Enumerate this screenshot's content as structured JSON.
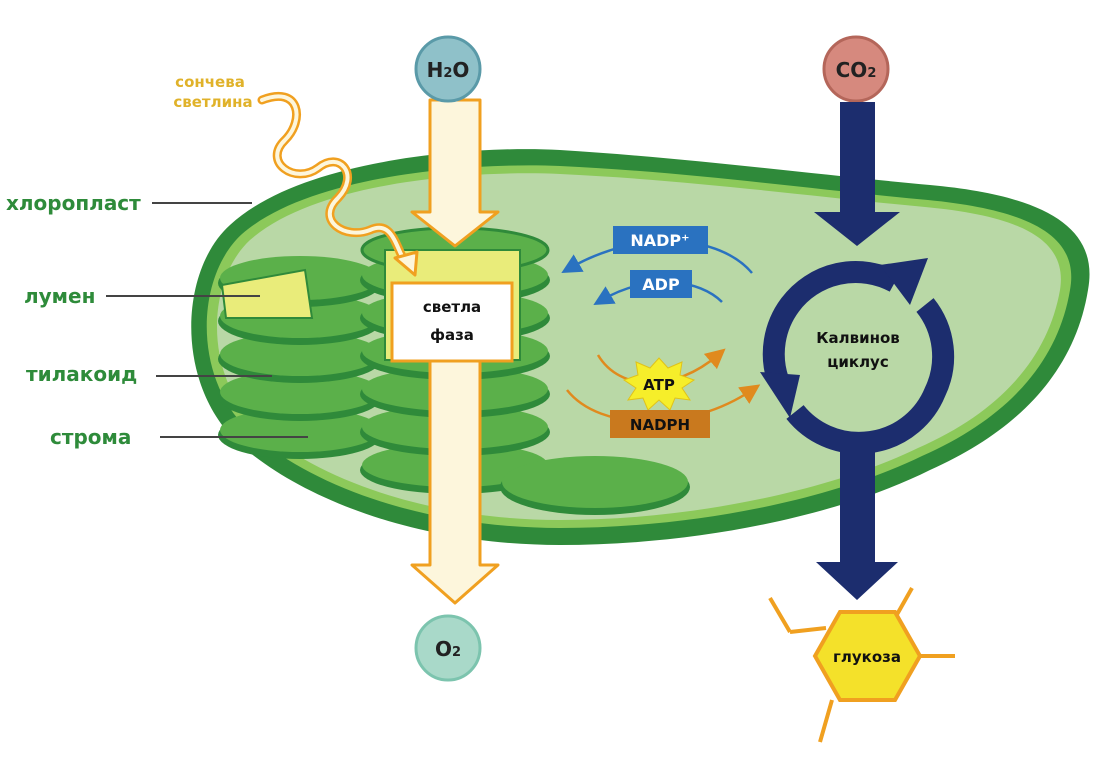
{
  "labels": {
    "chloroplast": "хлоропласт",
    "lumen": "лумен",
    "thylakoid": "тилакоид",
    "stroma": "строма",
    "sunlight_line1": "сончева",
    "sunlight_line2": "светлина",
    "light_phase_line1": "светла",
    "light_phase_line2": "фаза",
    "calvin_line1": "Калвинов",
    "calvin_line2": "циклус",
    "glucose": "глукоза"
  },
  "molecules": {
    "water_main": "H",
    "water_sub": "2",
    "water_tail": "O",
    "co2_main": "CO",
    "co2_sub": "2",
    "o2_main": "O",
    "o2_sub": "2"
  },
  "cofactors": {
    "nadp_plus": "NADP⁺",
    "adp": "ADP",
    "atp": "ATP",
    "nadph": "NADPH"
  },
  "colors": {
    "membrane": "#2f8a3a",
    "stroma": "#b9d8a6",
    "thylakoid": "#5bb04a",
    "lumen": "#e9ec7a",
    "water_circle": "#8fc1c9",
    "co2_circle": "#d6897e",
    "o2_circle": "#a9d9c9",
    "calvin_cycle": "#1c2d6e",
    "blue_tag": "#2a72c0",
    "orange_tag": "#c9791e",
    "glucose_fill": "#f4e12a",
    "glucose_stroke": "#f0a020"
  }
}
